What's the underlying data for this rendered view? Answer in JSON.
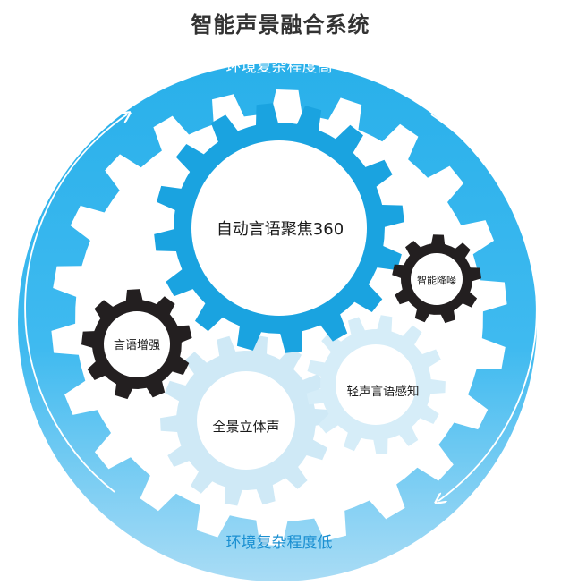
{
  "title": "智能声景融合系统",
  "ring": {
    "top_label": "环境复杂程度高",
    "bottom_label": "环境复杂程度低"
  },
  "gears": {
    "main": "自动言语聚焦360",
    "smart_noise": "智能降噪",
    "speech_enhance": "言语增强",
    "light_speech": "轻声言语感知",
    "surround": "全景立体声"
  },
  "colors": {
    "outer_blue": "#1ea9e8",
    "main_gear": "#1aa3e0",
    "dark_gear": "#231f20",
    "light_gear": "#cfe9f6",
    "label_text": "#ffffff",
    "body_text": "#1a1a1a"
  }
}
